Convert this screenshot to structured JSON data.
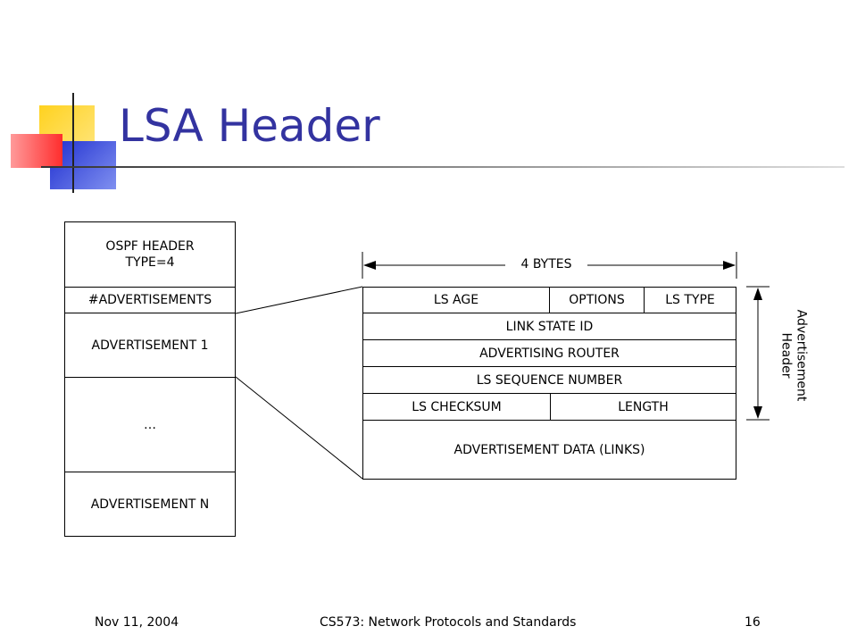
{
  "slide": {
    "title": "LSA Header",
    "footer_left": "Nov 11, 2004",
    "footer_center": "CS573: Network Protocols and Standards",
    "footer_right": "16"
  },
  "packet_stack": {
    "ospf_header_line1": "OSPF HEADER",
    "ospf_header_line2": "TYPE=4",
    "num_advertisements": "#ADVERTISEMENTS",
    "advertisement_1": "ADVERTISEMENT 1",
    "ellipsis": "…",
    "advertisement_n": "ADVERTISEMENT N"
  },
  "lsa": {
    "width_label": "4 BYTES",
    "ls_age": "LS AGE",
    "options": "OPTIONS",
    "ls_type": "LS TYPE",
    "link_state_id": "LINK STATE ID",
    "advertising_router": "ADVERTISING ROUTER",
    "ls_sequence_number": "LS SEQUENCE NUMBER",
    "ls_checksum": "LS CHECKSUM",
    "length": "LENGTH",
    "advertisement_data": "ADVERTISEMENT DATA (LINKS)",
    "side_label_line1": "Advertisement",
    "side_label_line2": "Header"
  }
}
